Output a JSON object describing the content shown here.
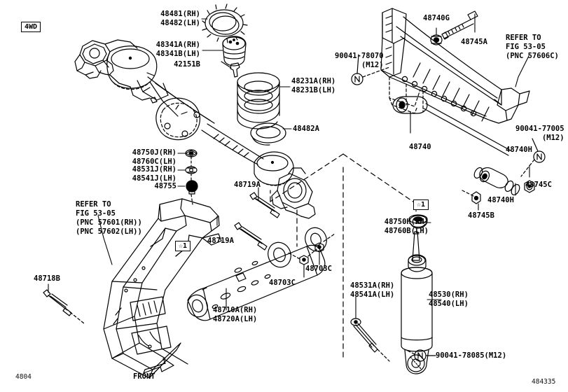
{
  "diagram": {
    "drive_badge": "4WD",
    "front_marker": "FRONT",
    "corner_left_code": "4804",
    "corner_right_code": "484335",
    "star_note_1": "☆1",
    "star_note_2": "☆1"
  },
  "refer_blocks": {
    "left": {
      "line1": "REFER TO",
      "line2": "FIG 53-05",
      "line3": "(PNC 57601(RH))",
      "line4": "(PNC 57602(LH))"
    },
    "right": {
      "line1": "REFER TO",
      "line2": "FIG 53-05",
      "line3": "(PNC 57606C)"
    }
  },
  "labels": {
    "p48481": "48481(RH)",
    "p48482": "48482(LH)",
    "p48341A": "48341A(RH)",
    "p48341B": "48341B(LH)",
    "p42151B": "42151B",
    "p48231A": "48231A(RH)",
    "p48231B": "48231B(LH)",
    "p48482A": "48482A",
    "p48750J": "48750J(RH)",
    "p48760C": "48760C(LH)",
    "p48531J": "48531J(RH)",
    "p48541J": "48541J(LH)",
    "p48755": "48755",
    "p48719A_top": "48719A",
    "p48719A_bottom": "48719A",
    "p48710A": "48710A(RH)",
    "p48720A": "48720A(LH)",
    "p48703C_upper": "48703C",
    "p48703C_lower": "48703C",
    "p48718B": "48718B",
    "p48740G": "48740G",
    "p48745A": "48745A",
    "p48740": "48740",
    "p48740H_upper": "48740H",
    "p48740H_lower": "48740H",
    "p48745B": "48745B",
    "p48745C": "48745C",
    "p48750H": "48750H(RH)",
    "p48760B": "48760B(LH)",
    "p48531A": "48531A(RH)",
    "p48541A": "48541A(LH)",
    "p48530": "48530(RH)",
    "p48540": "48540(LH)",
    "n90041_78070": "90041-78070",
    "n90041_78070_size": "(M12)",
    "n90041_77005": "90041-77005",
    "n90041_77005_size": "(M12)",
    "n90041_78085": "90041-78085(M12)",
    "nut_marker": "N"
  },
  "colors": {
    "line": "#000000",
    "background": "#ffffff"
  }
}
